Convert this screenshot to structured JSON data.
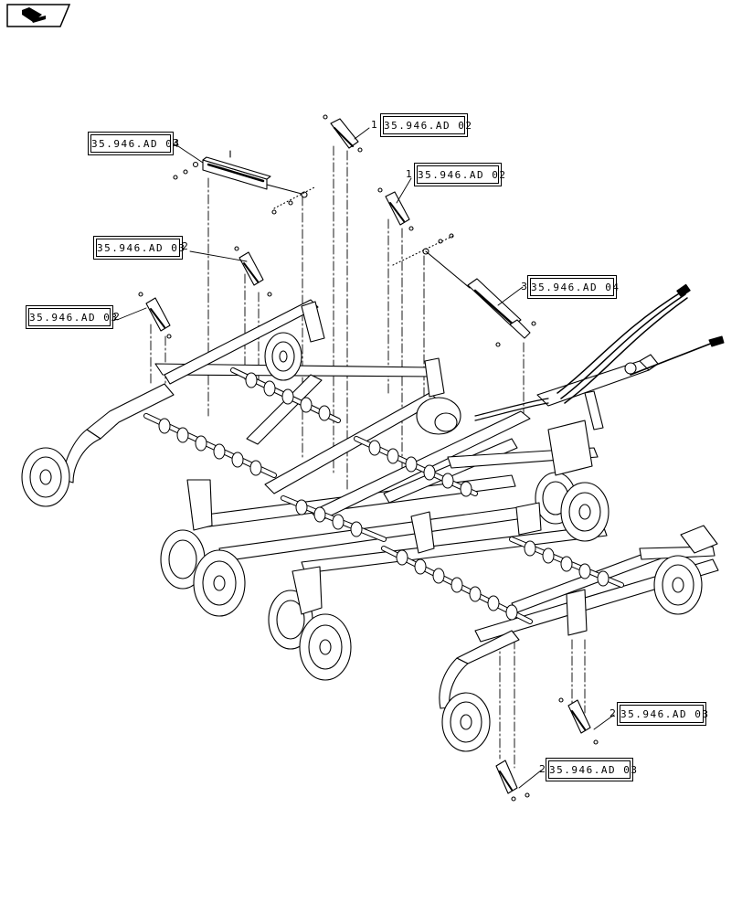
{
  "logo": {
    "icon": "book-pointer-icon"
  },
  "references": [
    {
      "id": "ref-1",
      "text": "35.946.AD 02",
      "item": "1"
    },
    {
      "id": "ref-2",
      "text": "35.946.AD 04",
      "item": "3"
    },
    {
      "id": "ref-3",
      "text": "35.946.AD 02",
      "item": "1"
    },
    {
      "id": "ref-4",
      "text": "35.946.AD 03",
      "item": "2"
    },
    {
      "id": "ref-5",
      "text": "35.946.AD 04",
      "item": "3"
    },
    {
      "id": "ref-6",
      "text": "35.946.AD 03",
      "item": "2"
    },
    {
      "id": "ref-7",
      "text": "35.946.AD 03",
      "item": "2"
    },
    {
      "id": "ref-8",
      "text": "35.946.AD 03",
      "item": "2"
    }
  ]
}
